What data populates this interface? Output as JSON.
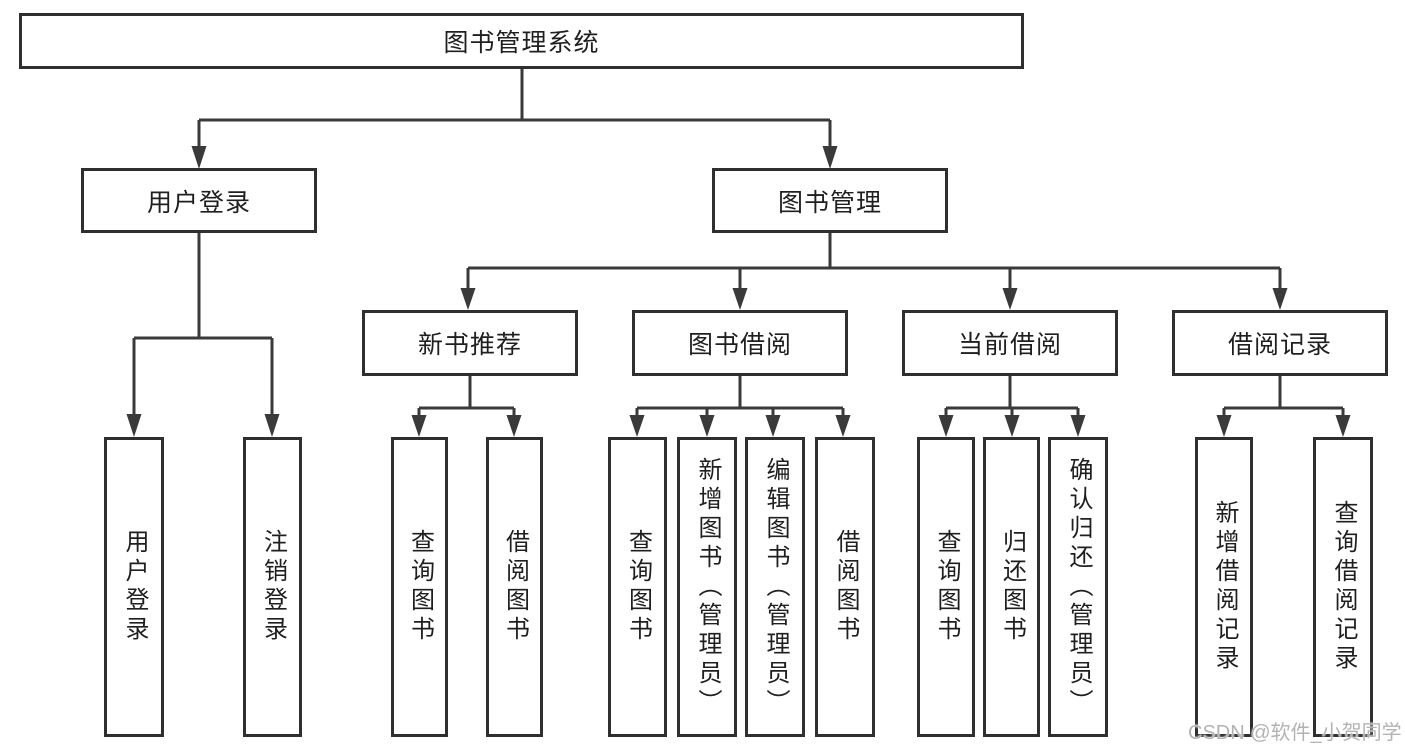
{
  "diagram": {
    "root": "图书管理系统",
    "branches": [
      {
        "label": "用户登录",
        "children": [
          "用户登录",
          "注销登录"
        ]
      },
      {
        "label": "图书管理",
        "children": [
          {
            "label": "新书推荐",
            "children": [
              "查询图书",
              "借阅图书"
            ]
          },
          {
            "label": "图书借阅",
            "children": [
              "查询图书",
              "新增图书（管理员）",
              "编辑图书（管理员）",
              "借阅图书"
            ]
          },
          {
            "label": "当前借阅",
            "children": [
              "查询图书",
              "归还图书",
              "确认归还（管理员）"
            ]
          },
          {
            "label": "借阅记录",
            "children": [
              "新增借阅记录",
              "查询借阅记录"
            ]
          }
        ]
      }
    ]
  },
  "watermark": {
    "text": "CSDN @软件_小贺同学"
  },
  "colors": {
    "line": "#3a3a3a",
    "border": "#2f2f2f",
    "text": "#1f1f1f",
    "watermark": "#b3b3b3",
    "background": "#ffffff"
  }
}
